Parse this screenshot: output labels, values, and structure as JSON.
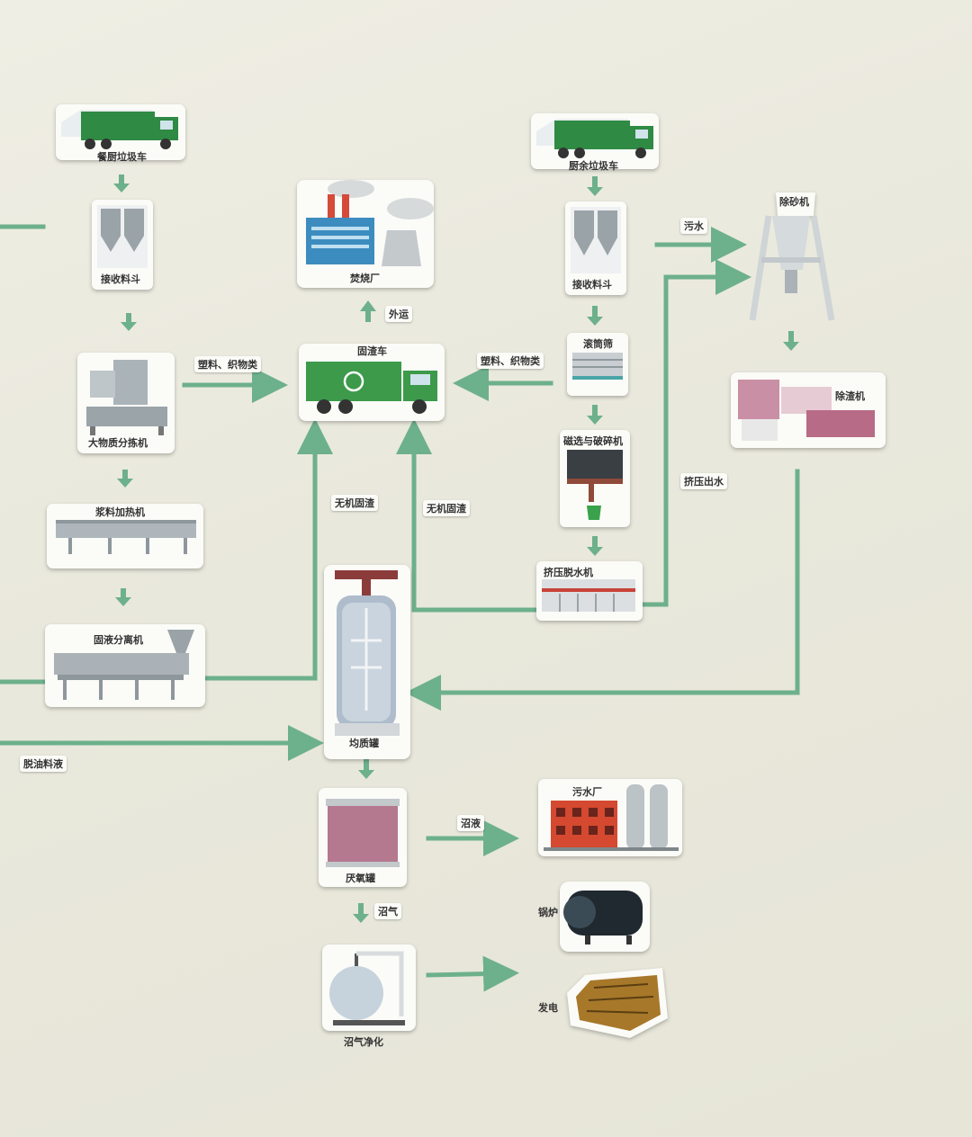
{
  "accent_color": "#6db08c",
  "equipment": {
    "kitchen_truck": "餐厨垃圾车",
    "kitchen_hopper": "接收料斗",
    "sorter": "大物质分拣机",
    "heater": "浆料加热机",
    "separator": "固液分离机",
    "incinerator": "焚烧厂",
    "residue_truck": "固渣车",
    "leftover_truck": "厨余垃圾车",
    "leftover_hopper": "接收料斗",
    "drum_screen": "滚筒筛",
    "magnetic_crusher": "磁选与破碎机",
    "press": "挤压脱水机",
    "desander": "除砂机",
    "deslagger": "除渣机",
    "homogenizer": "均质罐",
    "anaerobic": "厌氧罐",
    "purifier": "沼气净化",
    "sewage_plant": "污水厂",
    "boiler": "锅炉",
    "generator": "发电"
  },
  "flows": {
    "outbound": "外运",
    "plastics_left": "塑料、织物类",
    "plastics_right": "塑料、织物类",
    "inorganic_left": "无机固渣",
    "inorganic_right": "无机固渣",
    "wastewater": "污水",
    "squeezed_water": "挤压出水",
    "deoiled_liquid": "脱油料液",
    "biogas_slurry": "沼液",
    "biogas": "沼气"
  }
}
